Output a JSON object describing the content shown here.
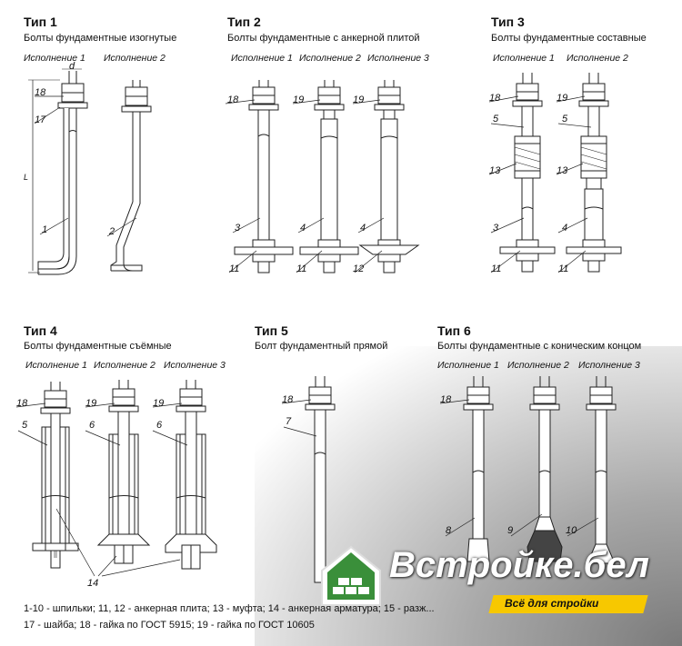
{
  "types": [
    {
      "title": "Тип 1",
      "subtitle": "Болты фундаментные изогнутые",
      "variants": [
        "Исполнение 1",
        "Исполнение 2"
      ]
    },
    {
      "title": "Тип 2",
      "subtitle": "Болты фундаментные с анкерной плитой",
      "variants": [
        "Исполнение 1",
        "Исполнение 2",
        "Исполнение 3"
      ]
    },
    {
      "title": "Тип 3",
      "subtitle": "Болты фундаментные составные",
      "variants": [
        "Исполнение 1",
        "Исполнение 2"
      ]
    },
    {
      "title": "Тип 4",
      "subtitle": "Болты фундаментные съёмные",
      "variants": [
        "Исполнение 1",
        "Исполнение 2",
        "Исполнение 3"
      ]
    },
    {
      "title": "Тип 5",
      "subtitle": "Болт фундаментный прямой",
      "variants": []
    },
    {
      "title": "Тип 6",
      "subtitle": "Болты фундаментные с коническим концом",
      "variants": [
        "Исполнение 1",
        "Исполнение 2",
        "Исполнение 3"
      ]
    }
  ],
  "dim_labels": {
    "d": "d",
    "L": "L"
  },
  "part_numbers": [
    "18",
    "17",
    "1",
    "2",
    "18",
    "3",
    "11",
    "19",
    "4",
    "11",
    "19",
    "4",
    "12",
    "18",
    "5",
    "13",
    "3",
    "11",
    "19",
    "5",
    "13",
    "4",
    "11",
    "18",
    "5",
    "19",
    "6",
    "19",
    "6",
    "14",
    "18",
    "7",
    "18",
    "8",
    "9",
    "10"
  ],
  "legend": {
    "line1": "1-10 - шпильки; 11, 12 - анкерная плита; 13 - муфта; 14 - анкерная арматура; 15 - разж...",
    "line2": "17 - шайба; 18 - гайка по ГОСТ 5915; 19 - гайка по ГОСТ 10605"
  },
  "logo": {
    "name": "Встройке.бел",
    "slogan": "Всё для стройки",
    "color_green": "#3a8f3a",
    "color_yellow": "#f7c800"
  }
}
